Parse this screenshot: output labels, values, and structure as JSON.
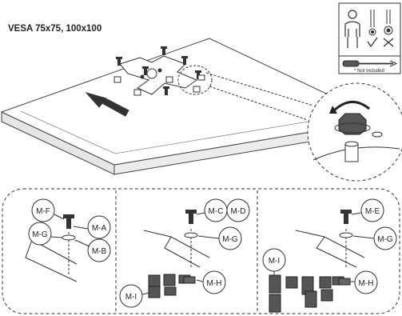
{
  "header": {
    "title": "VESA 75x75, 100x100"
  },
  "info_box": {
    "tool_note": "* Not Included"
  },
  "panels": [
    {
      "labels": [
        "M-F",
        "M-A",
        "M-G",
        "M-B"
      ]
    },
    {
      "labels": [
        "M-C",
        "M-D",
        "M-G",
        "M-H",
        "M-I"
      ]
    },
    {
      "labels": [
        "M-E",
        "M-G",
        "M-I",
        "M-H"
      ]
    }
  ],
  "colors": {
    "line": "#333333",
    "tv_face": "#ffffff",
    "tv_side": "#e6e6e6",
    "arrow": "#333333"
  },
  "icons": [
    "person-icon",
    "screw-check-icon",
    "screw-cross-icon",
    "screwdriver-icon",
    "rotate-arrow-icon",
    "direction-arrow-icon"
  ]
}
